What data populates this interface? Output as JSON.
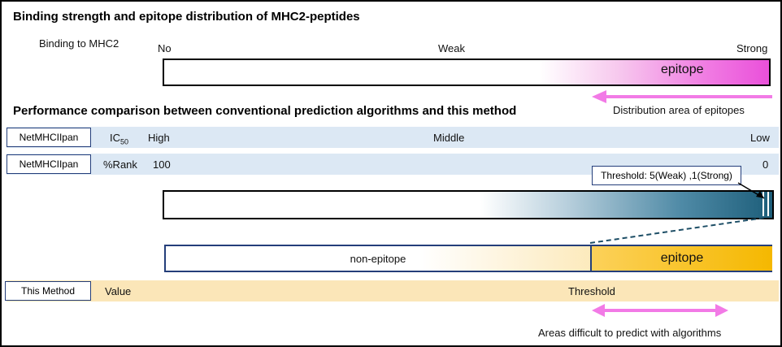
{
  "top_section": {
    "title": "Binding strength and epitope distribution of MHC2-peptides",
    "binding_label": "Binding to MHC2",
    "scale": {
      "left": "No",
      "middle": "Weak",
      "right": "Strong"
    },
    "epitope_label": "epitope",
    "distribution_label": "Distribution area of epitopes"
  },
  "comparison_section": {
    "title": "Performance comparison between conventional prediction algorithms and this method",
    "row_ic50": {
      "tool": "NetMHCIIpan",
      "metric": "IC",
      "metric_sub": "50",
      "left": "High",
      "middle": "Middle",
      "right": "Low"
    },
    "row_rank": {
      "tool": "NetMHCIIpan",
      "metric": "%Rank",
      "left": "100",
      "right": "0"
    },
    "threshold_note": "Threshold: 5(Weak) ,1(Strong)",
    "bar3": {
      "left_label": "non-epitope",
      "right_label": "epitope"
    },
    "row_method": {
      "tool": "This Method",
      "value_label": "Value",
      "threshold_label": "Threshold"
    },
    "difficult_label": "Areas difficult to predict with algorithms"
  },
  "colors": {
    "pink": "#ea50da",
    "arrow_pink": "#f27ae6",
    "teal": "#1d5e7a",
    "gold": "#f5b800",
    "navy": "#243e7a",
    "band_blue": "#dce8f4",
    "band_yellow": "#fbe6b8"
  }
}
